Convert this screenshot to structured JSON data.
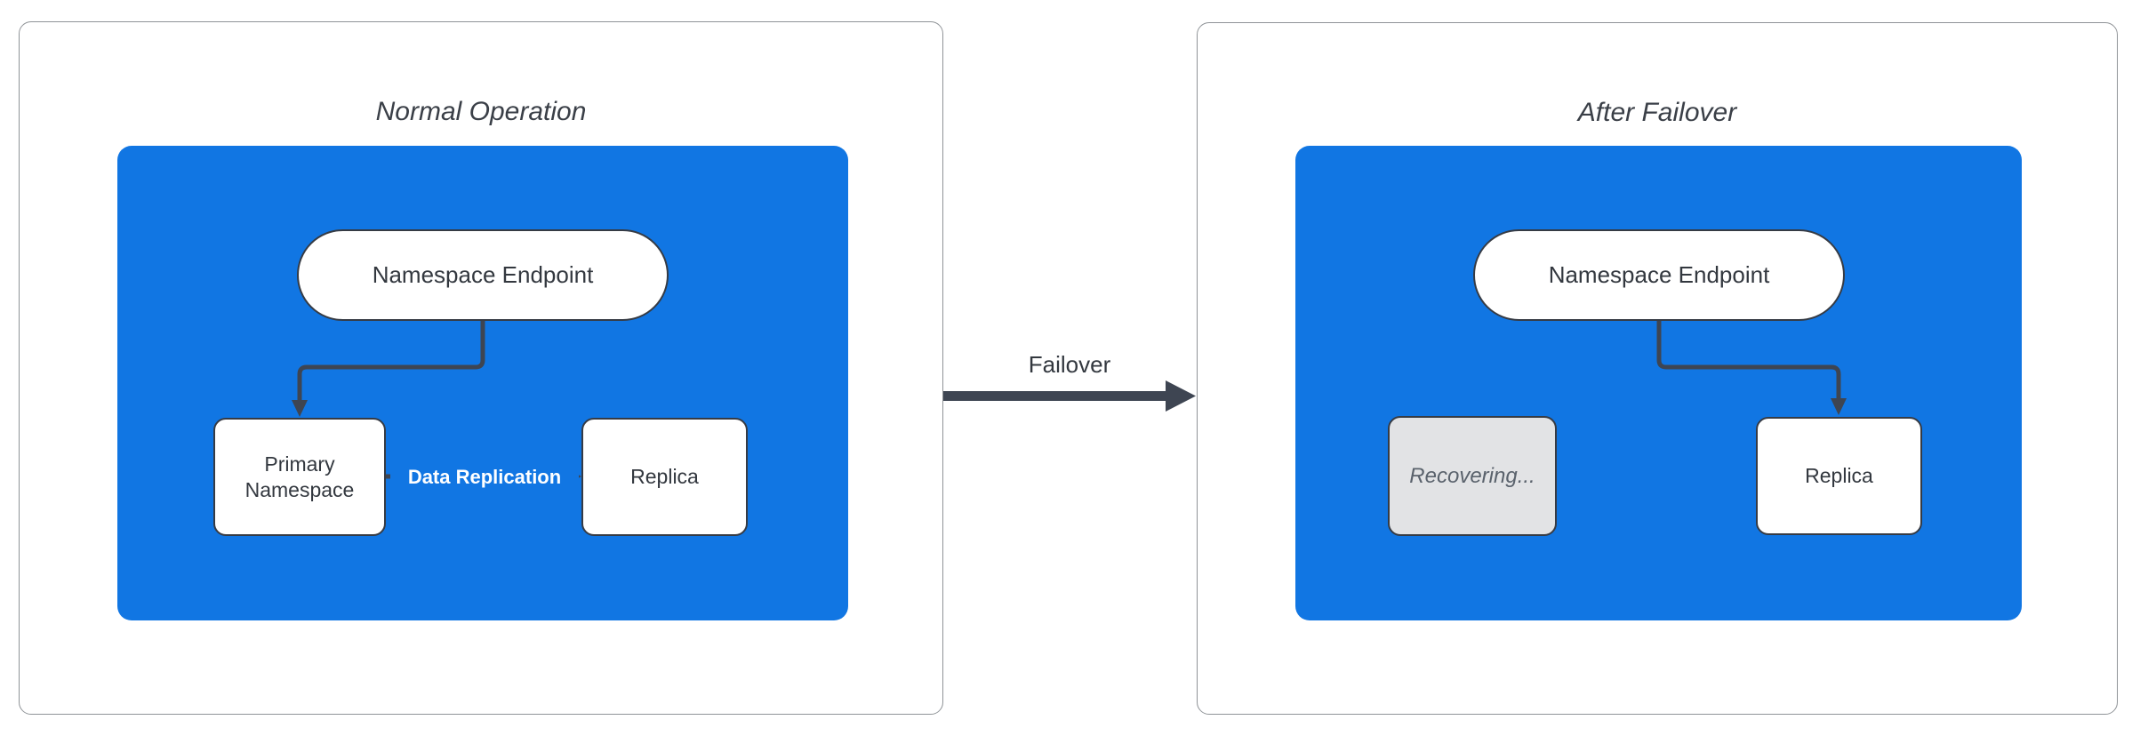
{
  "diagram": {
    "panels": [
      {
        "title": "Normal Operation",
        "endpoint_label": "Namespace Endpoint",
        "primary_label": "Primary Namespace",
        "replica_label": "Replica",
        "replication_label": "Data Replication"
      },
      {
        "title": "After Failover",
        "endpoint_label": "Namespace Endpoint",
        "recovering_label": "Recovering...",
        "replica_label": "Replica"
      }
    ],
    "failover": {
      "label": "Failover"
    },
    "colors": {
      "container_blue": "#1176E3",
      "connector_stroke": "#3E4552",
      "node_border": "#363B44",
      "panel_border": "#8F9397",
      "text_dark": "#33383F",
      "title_text": "#3A3F47",
      "recovering_bg": "#E2E3E5",
      "recovering_text": "#5A626C",
      "replication_text": "#FFFFFF",
      "failover_arrow": "#3E4552"
    }
  }
}
